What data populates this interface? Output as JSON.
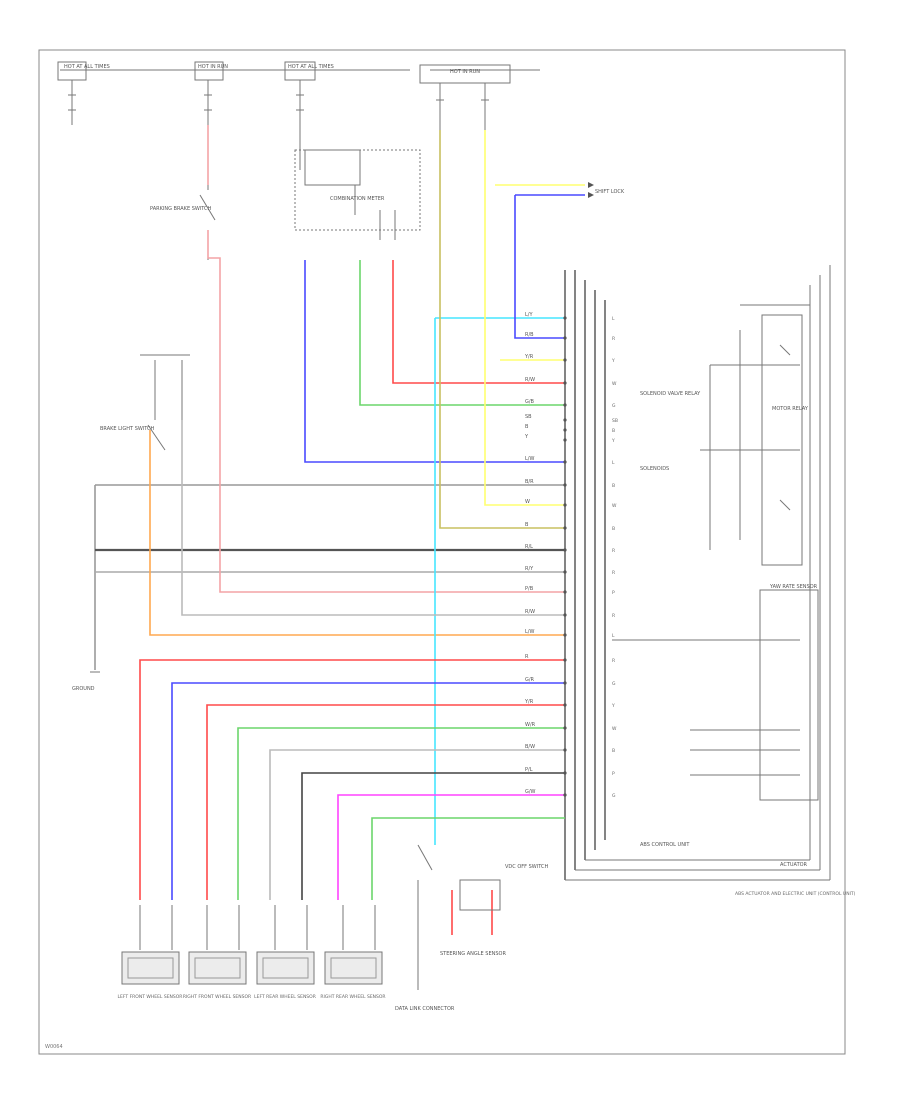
{
  "colors": {
    "pink": "#f3a3a6",
    "red": "#ff4a4a",
    "orange": "#ffa850",
    "yellow": "#ffff70",
    "green": "#6cd66c",
    "blue": "#4a4aff",
    "cyan": "#46e6ff",
    "magenta": "#ff44ff",
    "olive": "#c8c060",
    "black": "#444444",
    "white": "#bbbbbb"
  },
  "diagram": {
    "title": "",
    "footer_code": "W0064",
    "top_fuse_boxes": [
      {
        "id": "hot-at-all-times-1",
        "label": "HOT AT ALL TIMES"
      },
      {
        "id": "hot-in-run-1",
        "label": "HOT IN RUN"
      },
      {
        "id": "hot-at-all-times-2",
        "label": "HOT AT ALL TIMES"
      },
      {
        "id": "hot-in-run-2",
        "label": "HOT IN RUN"
      }
    ],
    "components": {
      "combination_meter": "COMBINATION METER",
      "parking_brake_switch": "PARKING BRAKE SWITCH",
      "brake_light_switch": "BRAKE LIGHT SWITCH",
      "abs_control_unit": "ABS CONTROL UNIT",
      "actuator": "ACTUATOR",
      "abs_actuator_unit": "ABS ACTUATOR AND ELECTRIC UNIT (CONTROL UNIT)",
      "steering_angle_sensor": "STEERING ANGLE SENSOR",
      "data_link": "DATA LINK CONNECTOR",
      "ground": "GROUND",
      "shift_lock": "SHIFT LOCK",
      "vdc_off_switch": "VDC OFF SWITCH",
      "motor_relay": "MOTOR RELAY",
      "solenoid_valve_relay": "SOLENOID VALVE RELAY",
      "solenoids": "SOLENOIDS",
      "yaw_rate_sensor": "YAW RATE SENSOR"
    },
    "wheel_sensors": [
      {
        "id": "lf",
        "label": "LEFT FRONT WHEEL SENSOR"
      },
      {
        "id": "rf",
        "label": "RIGHT FRONT WHEEL SENSOR"
      },
      {
        "id": "lr",
        "label": "LEFT REAR WHEEL SENSOR"
      },
      {
        "id": "rr",
        "label": "RIGHT REAR WHEEL SENSOR"
      }
    ],
    "connector_labels": {
      "left_column": [
        "L/Y",
        "R/B",
        "Y/R",
        "R/W",
        "G/B",
        "SB",
        "B",
        "Y",
        "L/W",
        "B/R",
        "W",
        "B",
        "R/L",
        "R/Y",
        "P/B",
        "R/W",
        "L/W",
        "R",
        "G/R",
        "Y/R",
        "W/R",
        "B/W",
        "P/L",
        "G/W"
      ],
      "right_column": [
        "L",
        "R",
        "Y",
        "W",
        "G",
        "SB",
        "B",
        "Y",
        "L",
        "B",
        "W",
        "B",
        "R",
        "R",
        "P",
        "R",
        "L",
        "R",
        "G",
        "Y",
        "W",
        "B",
        "P",
        "G"
      ]
    }
  }
}
